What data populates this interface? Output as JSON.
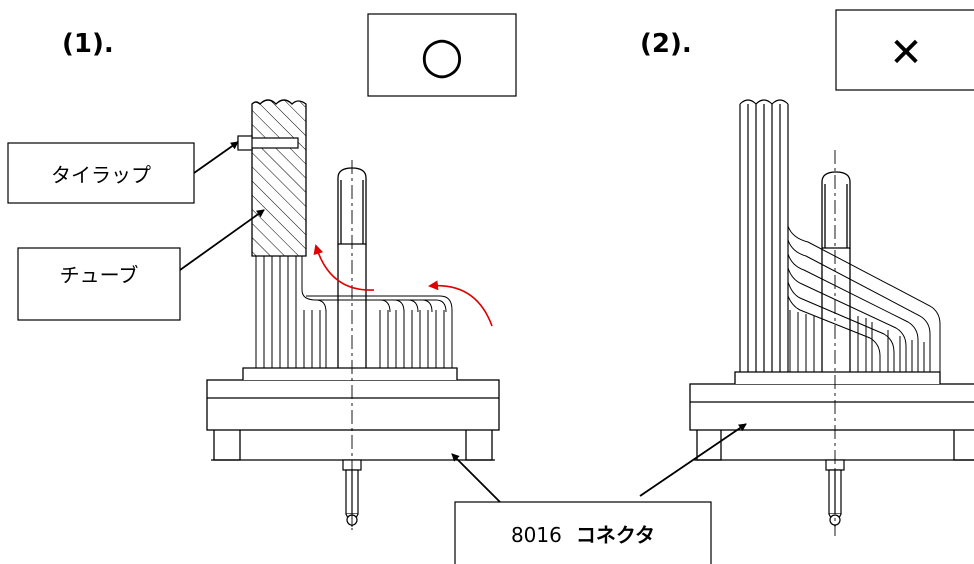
{
  "panels": [
    {
      "number": "(1).",
      "verdict_symbol": "○"
    },
    {
      "number": "(2).",
      "verdict_symbol": "✕"
    }
  ],
  "callouts": {
    "tie_wrap": "タイラップ",
    "tube": "チューブ",
    "connector_number": "8016",
    "connector_word": "コネクタ"
  },
  "colors": {
    "line": "#000000",
    "arrow": "#e00000",
    "background": "#ffffff"
  }
}
